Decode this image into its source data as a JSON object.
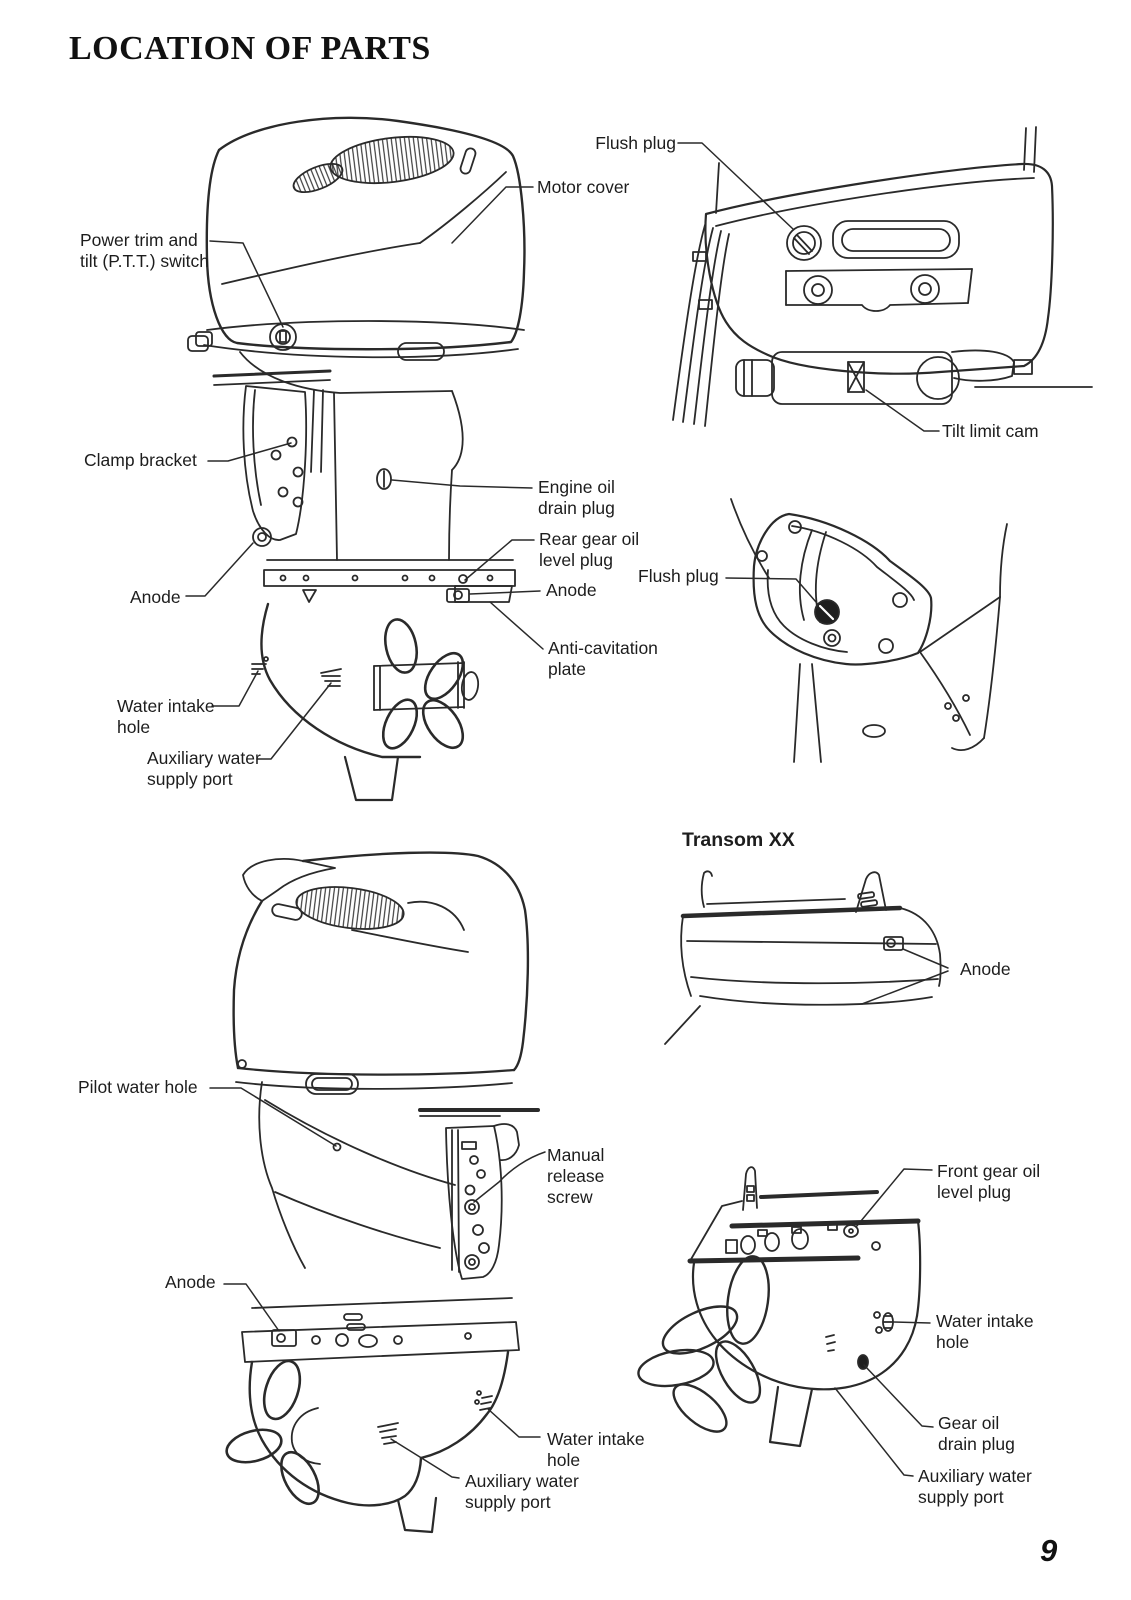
{
  "page": {
    "title": "LOCATION OF PARTS",
    "number": "9"
  },
  "colors": {
    "ink": "#2a2a2a",
    "paper": "#ffffff"
  },
  "fig_top_left": {
    "description": "outboard-motor-starboard-side",
    "labels": {
      "motor_cover": "Motor cover",
      "power_trim_tilt_switch": "Power trim and\ntilt (P.T.T.) switch",
      "clamp_bracket": "Clamp bracket",
      "engine_oil_drain_plug": "Engine oil\ndrain plug",
      "rear_gear_oil_level_plug": "Rear gear oil\nlevel plug",
      "anode_rear": "Anode",
      "anode_front": "Anode",
      "anti_cavitation_plate": "Anti-cavitation\nplate",
      "water_intake_hole": "Water intake\nhole",
      "auxiliary_water_supply_port": "Auxiliary water\nsupply port"
    }
  },
  "fig_top_right": {
    "description": "bottom-cowling-rear-view",
    "labels": {
      "flush_plug": "Flush plug",
      "tilt_limit_cam": "Tilt limit cam"
    }
  },
  "fig_mid_right": {
    "description": "swivel-bracket-view",
    "labels": {
      "flush_plug": "Flush plug"
    }
  },
  "fig_transom": {
    "heading": "Transom XX",
    "labels": {
      "anode": "Anode"
    }
  },
  "fig_bottom_left": {
    "description": "outboard-motor-port-side",
    "labels": {
      "pilot_water_hole": "Pilot water hole",
      "manual_release_screw": "Manual\nrelease\nscrew",
      "anode": "Anode",
      "water_intake_hole": "Water intake\nhole",
      "auxiliary_water_supply_port": "Auxiliary water\nsupply port"
    }
  },
  "fig_bottom_right": {
    "description": "counter-rotation-lower-unit",
    "labels": {
      "front_gear_oil_level_plug": "Front gear oil\nlevel plug",
      "water_intake_hole": "Water intake\nhole",
      "gear_oil_drain_plug": "Gear oil\ndrain plug",
      "auxiliary_water_supply_port": "Auxiliary water\nsupply port"
    }
  }
}
